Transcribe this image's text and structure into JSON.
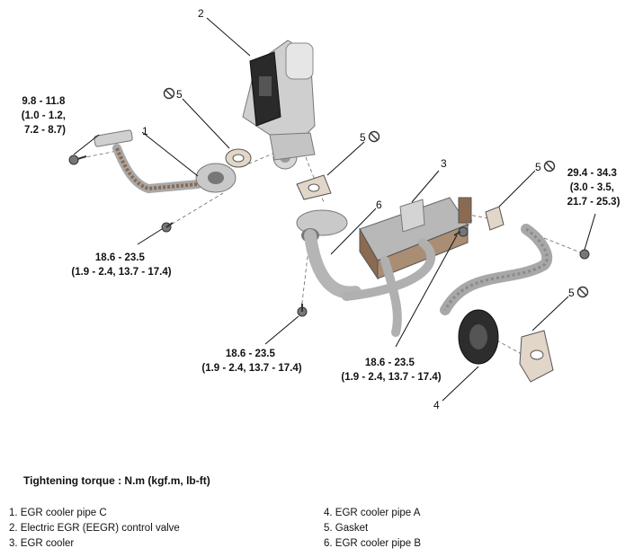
{
  "callouts": {
    "c1": "1",
    "c2": "2",
    "c3": "3",
    "c4": "4",
    "c5a": "5",
    "c5b": "5",
    "c5c": "5",
    "c5d": "5",
    "c6": "6"
  },
  "torques": {
    "t1": [
      "9.8 - 11.8",
      "(1.0 - 1.2,",
      "7.2 - 8.7)"
    ],
    "t2": [
      "18.6 - 23.5",
      "(1.9 - 2.4, 13.7 - 17.4)"
    ],
    "t3": [
      "18.6 - 23.5",
      "(1.9 - 2.4, 13.7 - 17.4)"
    ],
    "t4": [
      "18.6 - 23.5",
      "(1.9 - 2.4, 13.7 - 17.4)"
    ],
    "t5": [
      "29.4 - 34.3",
      "(3.0 - 3.5,",
      "21.7 - 25.3)"
    ]
  },
  "caption": "Tightening torque : N.m (kgf.m, lb-ft)",
  "legend": {
    "left": [
      "1. EGR cooler pipe C",
      "2. Electric EGR (EEGR) control valve",
      "3. EGR cooler"
    ],
    "right": [
      "4. EGR cooler pipe A",
      "5. Gasket",
      "6. EGR cooler pipe B"
    ]
  },
  "icons": [
    "do-not-reuse-icon"
  ],
  "colors": {
    "metal": "#bdbdbd",
    "rust": "#8a6a50",
    "dark": "#2a2a2a"
  }
}
